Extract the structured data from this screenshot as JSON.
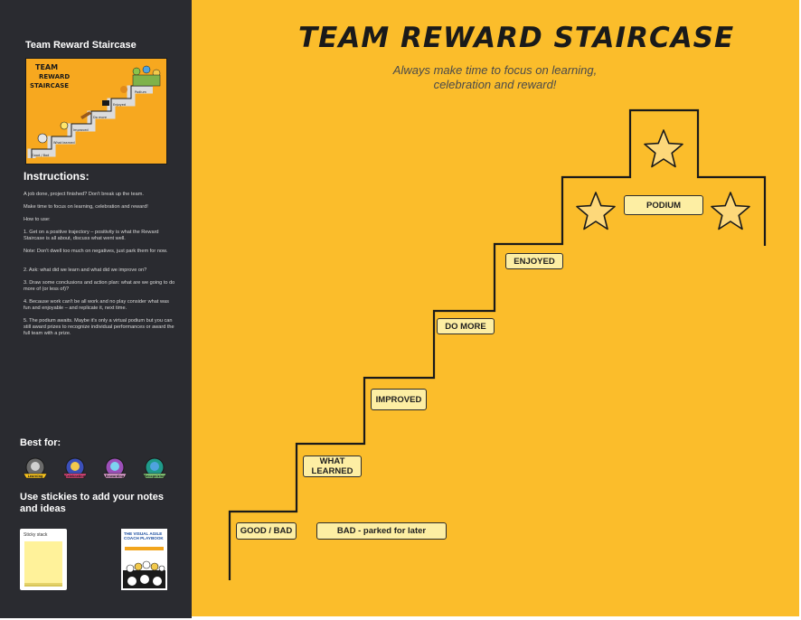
{
  "sidebar": {
    "title": "Team Reward Staircase",
    "thumbnail_texts": [
      "TEAM",
      "REWARD",
      "STAIRCASE",
      "Good / Bad",
      "What learned",
      "Improved",
      "Do more",
      "Enjoyed",
      "Podium"
    ],
    "instructions_heading": "Instructions:",
    "instructions": [
      "A job done, project finished?  Don't break up the team.",
      "Make time to focus on learning, celebration and reward!",
      "How to use:",
      "1.   Get on a positive trajectory – positivity is what the Reward Staircase is all about, discuss what went well.",
      "Note: Don't dwell too much on negatives, just park them for now.",
      "2.   Ask: what did we learn and what did we improve on?",
      "3.   Draw some conclusions and action plan: what are we going to do more of (or less of)?",
      "4.   Because work can't be all work and no play consider what was fun and enjoyable – and replicate it, next time.",
      "5.   The podium awaits.  Maybe it's only a virtual podium but you can still award prizes to recognize individual performances or award the full team with a prize."
    ],
    "best_for_heading": "Best for:",
    "best_for_badges": [
      "Learning",
      "Celebrating",
      "Rewarding",
      "Recognizing"
    ],
    "stickies_heading": "Use stickies to add your notes and ideas",
    "sticky_stack_label": "Sticky stack",
    "book_title": "THE VISUAL AGILE COACH PLAYBOOK"
  },
  "board": {
    "title": "TEAM REWARD STAIRCASE",
    "subtitle_line1": "Always make time to focus on learning,",
    "subtitle_line2": "celebration and reward!",
    "steps": {
      "good_bad": "GOOD / BAD",
      "parked": "BAD - parked for later",
      "what_learned_1": "WHAT",
      "what_learned_2": "LEARNED",
      "improved": "IMPROVED",
      "do_more": "DO MORE",
      "enjoyed": "ENJOYED",
      "podium": "PODIUM"
    }
  },
  "colors": {
    "sidebar_bg": "#2a2b30",
    "board_bg": "#fbbd2b",
    "label_bg": "#fdeea3",
    "star_fill": "#fdd87a",
    "line": "#1a1a1a"
  },
  "icons": [
    "star-icon",
    "star-icon",
    "star-icon"
  ]
}
